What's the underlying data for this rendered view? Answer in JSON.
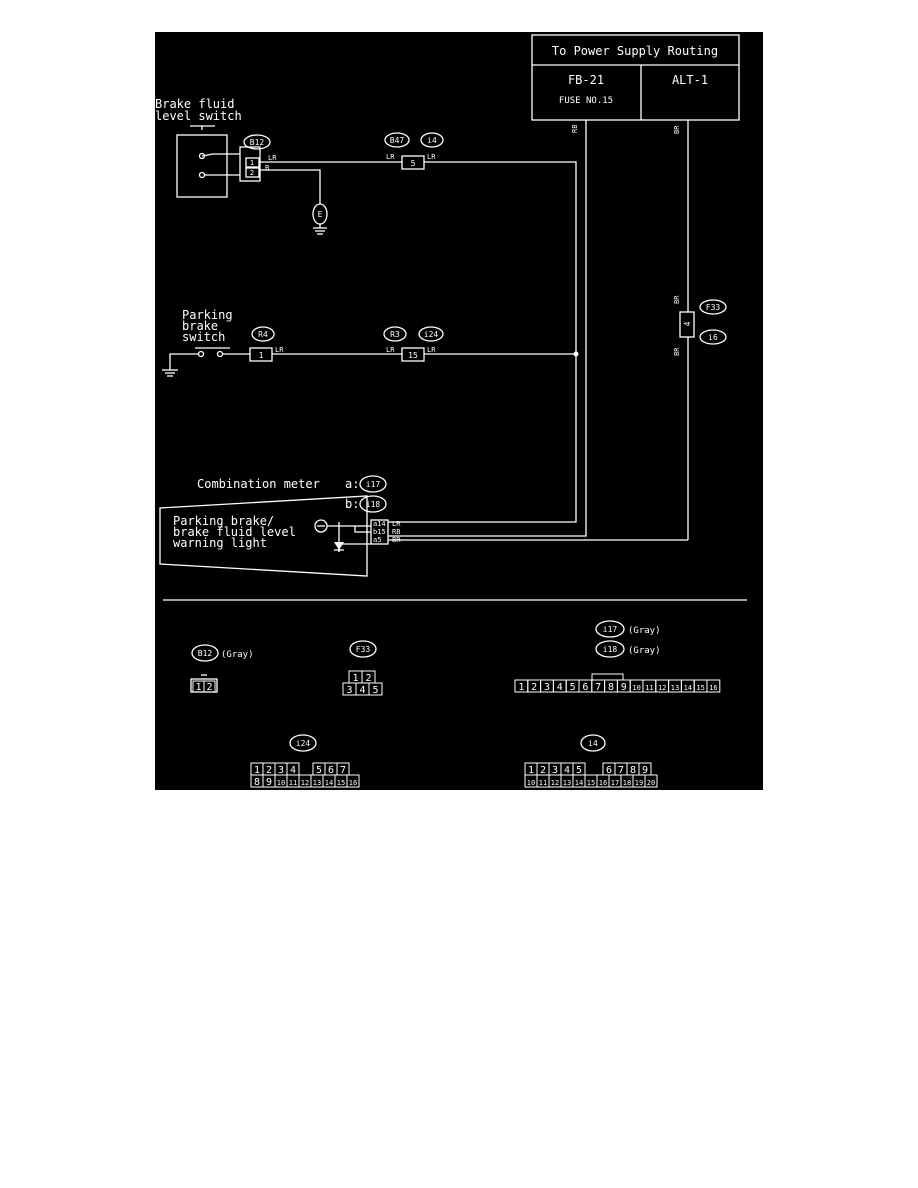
{
  "power_box": {
    "title": "To Power Supply Routing",
    "left_line1": "FB-21",
    "left_line2": "FUSE NO.15",
    "right": "ALT-1"
  },
  "wires": {
    "rb": "RB",
    "br": "BR",
    "lr": "LR",
    "b": "B"
  },
  "components": {
    "brake_fluid_switch_line1": "Brake fluid",
    "brake_fluid_switch_line2": "level switch",
    "parking_brake_switch_line1": "Parking",
    "parking_brake_switch_line2": "brake",
    "parking_brake_switch_line3": "switch",
    "combination_meter": "Combination meter",
    "warning_light_line1": "Parking brake/",
    "warning_light_line2": "brake fluid level",
    "warning_light_line3": "warning light",
    "ground": "E"
  },
  "connectors": {
    "b12": "B12",
    "b47": "B47",
    "i4": "i4",
    "r4": "R4",
    "r3": "R3",
    "i24": "i24",
    "f33": "F33",
    "i6": "i6",
    "a_prefix": "a:",
    "b_prefix": "b:",
    "i17": "i17",
    "i18": "i18"
  },
  "pins": {
    "b12_top": "1",
    "b12_bottom": "2",
    "i4_pin": "5",
    "r4_pin": "1",
    "i24_pin": "15",
    "f33_pin": "4",
    "a14": "a14",
    "b15": "b15",
    "a5": "a5"
  },
  "legend": {
    "gray": "(Gray)",
    "b12_pins": [
      "1",
      "2"
    ],
    "f33_top": [
      "1",
      "2"
    ],
    "f33_bottom": [
      "3",
      "4",
      "5"
    ],
    "i17_pins": [
      "1",
      "2",
      "3",
      "4",
      "5",
      "6",
      "7",
      "8",
      "9",
      "10",
      "11",
      "12",
      "13",
      "14",
      "15",
      "16"
    ],
    "i24_top": [
      "1",
      "2",
      "3",
      "4",
      "5",
      "6",
      "7"
    ],
    "i24_bottom": [
      "8",
      "9",
      "10",
      "11",
      "12",
      "13",
      "14",
      "15",
      "16"
    ],
    "i4_top": [
      "1",
      "2",
      "3",
      "4",
      "5",
      "6",
      "7",
      "8",
      "9"
    ],
    "i4_bottom": [
      "10",
      "11",
      "12",
      "13",
      "14",
      "15",
      "16",
      "17",
      "18",
      "19",
      "20"
    ]
  }
}
